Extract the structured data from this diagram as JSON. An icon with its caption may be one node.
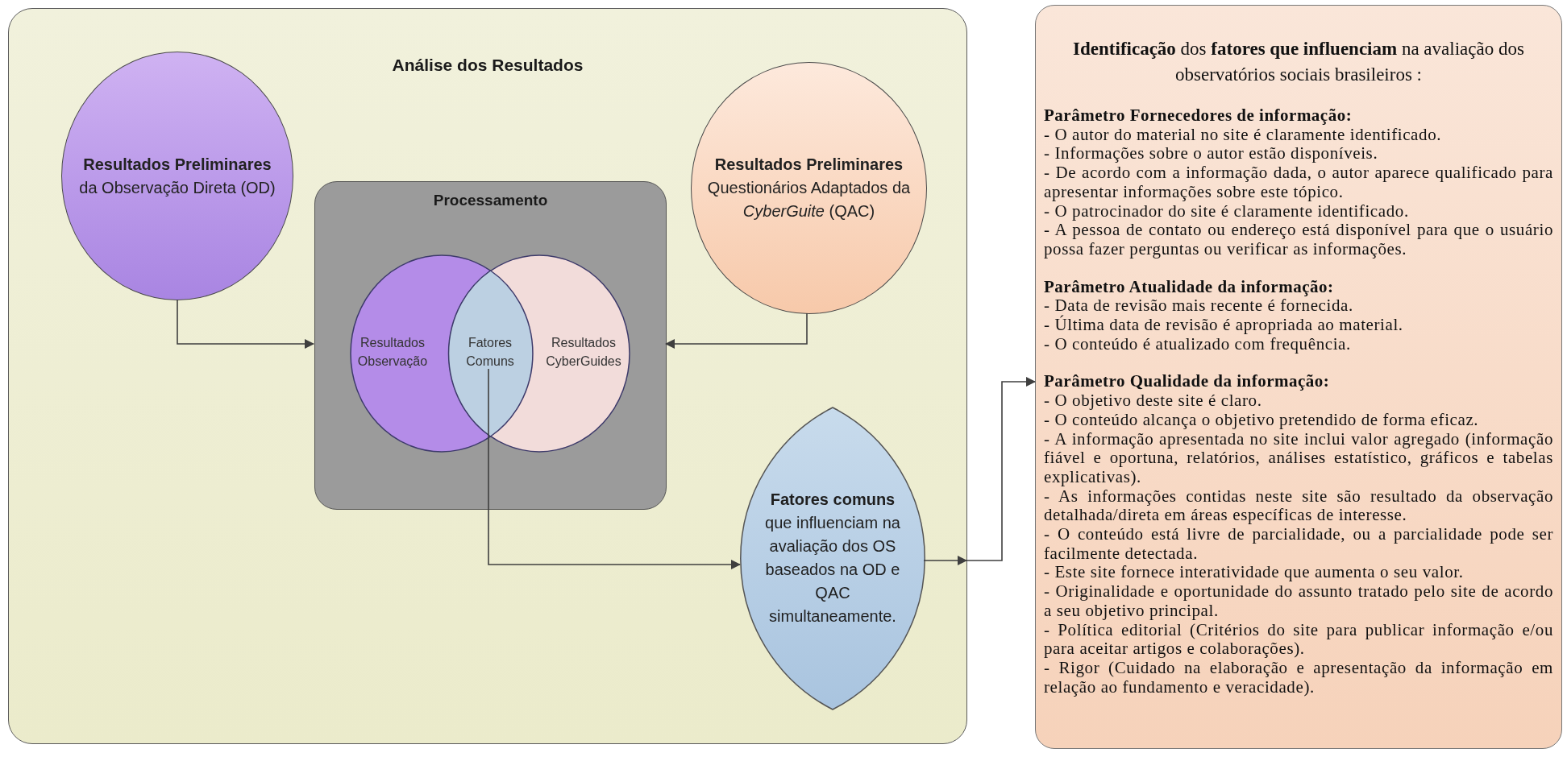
{
  "diagram": {
    "nodes": [
      {
        "text": [
          "Análise dos Resultados"
        ]
      },
      {
        "text": [
          "Resultados Preliminares",
          "da Observação Direta (OD)"
        ],
        "in": 0
      },
      {
        "text": [
          "Resultados Preliminares",
          "Questionários Adaptados da *CyberGuite* (QAC)"
        ],
        "in": 0
      },
      {
        "text": [
          "Processamento"
        ],
        "in": 0
      },
      {
        "text": [
          "Resultados Observação"
        ],
        "in": 3
      },
      {
        "text": [
          "Fatores Comuns"
        ],
        "in": 3
      },
      {
        "text": [
          "Resultados CyberGuides"
        ],
        "in": 3
      },
      {
        "text": [
          "Fatores comuns",
          "que influenciam na avaliação dos OS baseados na OD e QAC simultaneamente."
        ],
        "in": 0
      },
      {
        "text": [
          "**Identificação** dos **fatores que influenciam** na avaliação dos observatórios sociais brasileiros :",
          "Parâmetro Fornecedores de informação:",
          "- O autor do material no site é claramente identificado.",
          "- Informações sobre o autor estão disponíveis.",
          "- De acordo com a informação dada, o autor aparece qualificado para apresentar informações sobre este tópico.",
          "- O patrocinador do site é claramente identificado.",
          "- A pessoa de contato ou endereço está disponível para que o usuário possa fazer perguntas ou verificar as informações.",
          "Parâmetro Atualidade da informação:",
          "- Data de revisão mais recente é fornecida.",
          "- Última data de revisão é apropriada ao material.",
          "- O conteúdo é atualizado com frequência.",
          "Parâmetro Qualidade da informação:",
          "- O objetivo deste site é claro.",
          "- O conteúdo alcança o objetivo pretendido de forma eficaz.",
          "- A informação apresentada no site inclui valor agregado (informação fiável e oportuna, relatórios, análises estatístico, gráficos e tabelas explicativas).",
          "- As informações contidas neste site são resultado da observação detalhada/direta em áreas específicas de interesse.",
          "- O conteúdo está livre de parcialidade, ou a parcialidade pode ser facilmente detectada.",
          "- Este site fornece interatividade que aumenta o seu valor.",
          "- Originalidade e oportunidade do assunto tratado pelo site de acordo a seu objetivo principal.",
          "- Política editorial (Critérios do site para publicar informação e/ou para aceitar artigos e colaborações).",
          "- Rigor (Cuidado na elaboração e apresentação da informação em relação ao fundamento e veracidade)."
        ]
      }
    ],
    "edges": [
      {
        "from": 1,
        "to": 3,
        "arrow": "to"
      },
      {
        "from": 2,
        "to": 3,
        "arrow": "to"
      },
      {
        "from": 5,
        "to": 7,
        "arrow": "to"
      },
      {
        "from": 7,
        "to": 8,
        "arrow": "to"
      }
    ]
  }
}
